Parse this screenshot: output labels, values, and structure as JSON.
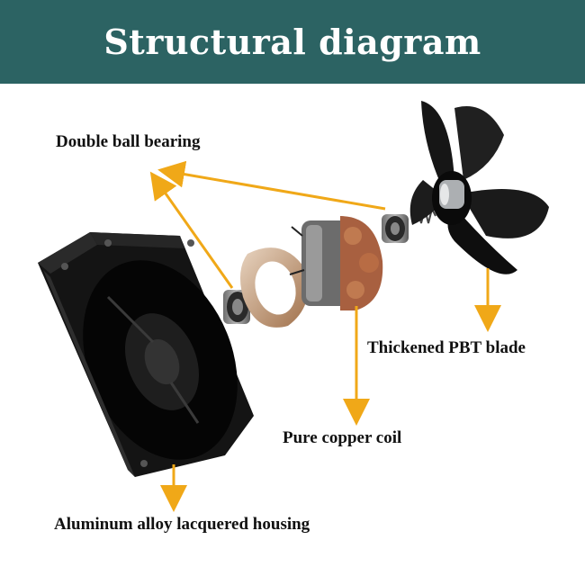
{
  "title": "Structural diagram",
  "labels": {
    "bearing": "Double ball bearing",
    "blade": "Thickened PBT blade",
    "coil": "Pure copper coil",
    "housing": "Aluminum alloy lacquered housing"
  },
  "colors": {
    "header_bg": "#2c6363",
    "arrow": "#f0a818",
    "copper": "#b5704a",
    "housing": "#1a1a1a"
  },
  "icons": [
    "fan-housing-icon",
    "bearing-icon",
    "washer-icon",
    "stator-coil-icon",
    "spring-icon",
    "fan-blade-icon"
  ]
}
